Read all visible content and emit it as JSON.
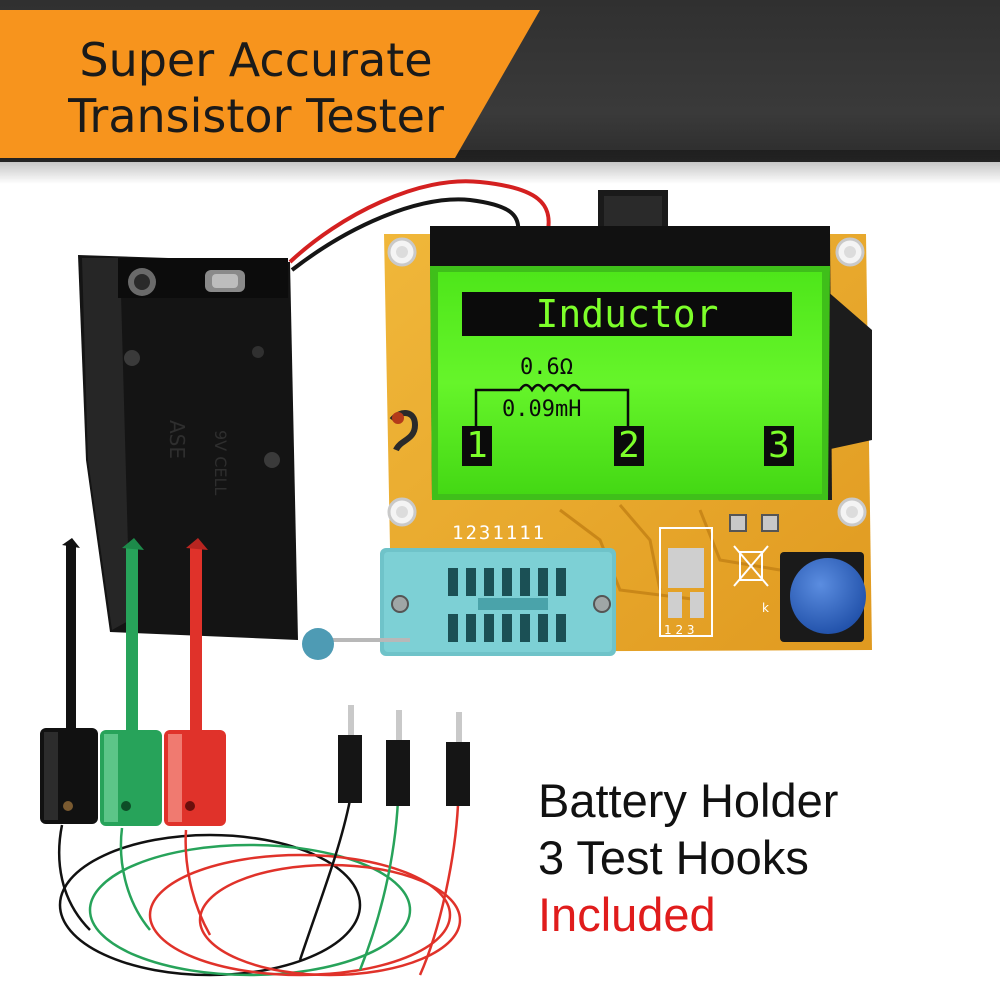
{
  "banner": {
    "line1": "Super Accurate",
    "line2": "Transistor Tester",
    "color": "#f7941d"
  },
  "lcd": {
    "title": "Inductor",
    "resistance": "0.6Ω",
    "inductance": "0.09mH",
    "pins": [
      "1",
      "2",
      "3"
    ],
    "backlight_color": "#5cf01a"
  },
  "board": {
    "socket_label": "1231111"
  },
  "caption": {
    "line1": "Battery Holder",
    "line2": "3 Test Hooks",
    "line3": "Included",
    "highlight_color": "#e01c1c"
  },
  "hooks": [
    {
      "color_name": "black",
      "color": "#111111"
    },
    {
      "color_name": "green",
      "color": "#27a35a"
    },
    {
      "color_name": "red",
      "color": "#e0322a"
    }
  ]
}
